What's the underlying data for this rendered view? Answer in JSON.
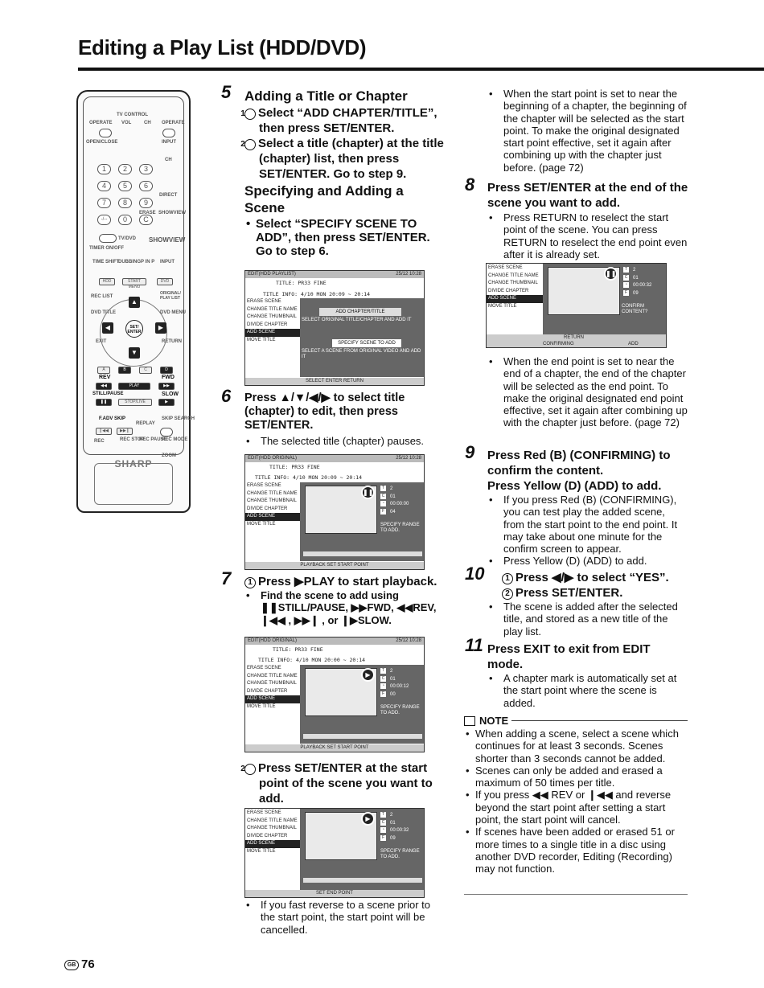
{
  "page": {
    "title": "Editing a Play List (HDD/DVD)",
    "page_number": "76",
    "region_badge": "GB"
  },
  "remote": {
    "labels": [
      "TV CONTROL",
      "OPERATE",
      "VOL",
      "CH",
      "OPERATE",
      "OPEN/CLOSE",
      "INPUT",
      "CH",
      "DIRECT",
      "ERASE",
      "SHOWVIEW",
      "TV/DVD",
      "SHOWVIEW",
      "TIMER ON/OFF",
      "TIME SHIFT",
      "DUBBING",
      "P IN P",
      "INPUT",
      "HDD",
      "START MENU",
      "DVD",
      "REC LIST",
      "ORIGINAL/ PLAY LIST",
      "DVD TITLE",
      "DVD MENU",
      "SET/ ENTER",
      "EXIT",
      "RETURN",
      "A",
      "B",
      "C",
      "D",
      "REV",
      "FWD",
      "PLAY",
      "STILL/PAUSE",
      "STOP/LIVE",
      "SLOW",
      "F.ADV SKIP",
      "REPLAY",
      "SKIP SEARCH",
      "REC",
      "REC STOP",
      "REC PAUSE",
      "REC MODE",
      "ZOOM"
    ],
    "brand": "SHARP",
    "numbers": [
      "1",
      "2",
      "3",
      "4",
      "5",
      "6",
      "7",
      "8",
      "9",
      "-/--",
      "0",
      "C"
    ]
  },
  "step5": {
    "number": "5",
    "heading": "Adding a Title or Chapter",
    "sub1_num": "1",
    "sub1": "Select “ADD CHAPTER/TITLE”, then press SET/ENTER.",
    "sub2_num": "2",
    "sub2": "Select a title (chapter) at the title (chapter) list, then press SET/ENTER. Go to step 9.",
    "heading2": "Specifying and Adding a Scene",
    "bullet": "Select “SPECIFY SCENE TO ADD”, then press SET/ENTER. Go to step 6."
  },
  "screen1": {
    "header": "EDIT(HDD PLAYLIST)",
    "datetime": "25/12 10:28",
    "title_line": "TITLE: PR33 FINE",
    "info_line": "TITLE INFO: 4/10 MON 20:09  ~  20:14",
    "menu": [
      "ERASE SCENE",
      "CHANGE TITLE NAME",
      "CHANGE THUMBNAIL",
      "DIVIDE CHAPTER",
      "ADD SCENE",
      "MOVE TITLE"
    ],
    "option1": "ADD CHAPTER/TITLE",
    "option1_desc": "SELECT ORIGINAL TITLE/CHAPTER AND ADD IT",
    "option2": "SPECIFY SCENE TO ADD",
    "option2_desc": "SELECT A SCENE FROM ORIGINAL VIDEO AND ADD IT",
    "footer": "SELECT   ENTER   RETURN"
  },
  "step6": {
    "number": "6",
    "heading": "Press ▲/▼/◀/▶ to select title (chapter) to edit, then press SET/ENTER.",
    "bullet": "The selected title (chapter) pauses."
  },
  "screen2": {
    "header": "EDIT(HDD ORIGINAL)",
    "datetime": "25/12 10:28",
    "title_line": "TITLE: PR33 FINE",
    "info_line": "TITLE INFO: 4/10 MON 20:09  ~  20:14",
    "menu": [
      "ERASE SCENE",
      "CHANGE TITLE NAME",
      "CHANGE THUMBNAIL",
      "DIVIDE CHAPTER",
      "ADD SCENE",
      "MOVE TITLE"
    ],
    "info": [
      "2",
      "01",
      "00:00:00",
      "04"
    ],
    "specify": "SPECIFY RANGE TO ADD.",
    "footer": "PLAYBACK    SET START POINT"
  },
  "step7": {
    "number": "7",
    "sub1_num": "1",
    "sub1": "Press ▶PLAY to start playback.",
    "bullet": "Find the scene to add using ❚❚STILL/PAUSE, ▶▶FWD, ◀◀REV, ❙◀◀ , ▶▶❙ , or ❙▶SLOW.",
    "sub2_num": "2",
    "sub2": "Press SET/ENTER at the start point of the scene you want to add.",
    "bullet2": "If you fast reverse to a scene prior to the start point, the start point will be cancelled."
  },
  "screen3": {
    "header": "EDIT(HDD ORIGINAL)",
    "datetime": "25/12 10:28",
    "title_line": "TITLE: PR33 FINE",
    "info_line": "TITLE INFO: 4/10 MON 20:00  ~  20:14",
    "menu": [
      "ERASE SCENE",
      "CHANGE TITLE NAME",
      "CHANGE THUMBNAIL",
      "DIVIDE CHAPTER",
      "ADD SCENE",
      "MOVE TITLE"
    ],
    "info": [
      "2",
      "01",
      "00:00:12",
      "00"
    ],
    "specify": "SPECIFY RANGE TO ADD.",
    "footer": "PLAYBACK    SET START POINT"
  },
  "screen4": {
    "menu": [
      "ERASE SCENE",
      "CHANGE TITLE NAME",
      "CHANGE THUMBNAIL",
      "DIVIDE CHAPTER",
      "ADD SCENE",
      "MOVE TITLE"
    ],
    "info": [
      "2",
      "01",
      "00:00:32",
      "09"
    ],
    "specify": "SPECIFY RANGE TO ADD.",
    "footer": "SET END POINT"
  },
  "right_top_bullet": "When the start point is set to near the beginning of a chapter, the beginning of the chapter will be selected as the start point. To make the original designated start point effective, set it again after combining up with the chapter just before. (page 72)",
  "step8": {
    "number": "8",
    "heading": "Press SET/ENTER at the end of the scene you want to add.",
    "bullet": "Press RETURN to reselect the start point of the scene. You can press RETURN to reselect the end point even after it is already set.",
    "bullet2": "When the end point is set to near the end of a chapter, the end of the chapter will be selected as the end point. To make the original designated end point effective, set it again after combining up with the chapter just before. (page 72)"
  },
  "screen5": {
    "menu": [
      "ERASE SCENE",
      "CHANGE TITLE NAME",
      "CHANGE THUMBNAIL",
      "DIVIDE CHAPTER",
      "ADD SCENE",
      "MOVE TITLE"
    ],
    "info": [
      "2",
      "01",
      "00:00:32",
      "09"
    ],
    "confirm": "CONFIRM CONTENT?",
    "return": "RETURN",
    "confirming": "CONFIRMING",
    "add": "ADD"
  },
  "step9": {
    "number": "9",
    "heading": "Press Red (B) (CONFIRMING) to confirm the content.",
    "heading2": "Press Yellow (D) (ADD) to add.",
    "bullet": "If you press Red (B) (CONFIRMING), you can test play the added scene, from the start point to the end point. It may take about one minute for the confirm screen to appear.",
    "bullet2": "Press Yellow (D) (ADD) to add."
  },
  "step10": {
    "number": "10",
    "sub1_num": "1",
    "sub1": "Press ◀/▶ to select “YES”.",
    "sub2_num": "2",
    "sub2": "Press SET/ENTER.",
    "bullet": "The scene is added after the selected title, and stored as a new title of the play list."
  },
  "step11": {
    "number": "11",
    "heading": "Press EXIT to exit from EDIT mode.",
    "bullet": "A chapter mark is automatically set at the start point where the scene is added."
  },
  "note": {
    "label": "NOTE",
    "items": [
      "When adding a scene, select a scene which continues for at least 3 seconds. Scenes shorter than 3 seconds cannot be added.",
      "Scenes can only be added and erased a maximum of 50 times per title.",
      "If you press ◀◀ REV or ❙◀◀ and reverse beyond the start point after setting a start point, the start point will cancel.",
      "If scenes have been added or erased 51 or more times to a single title in a disc using another DVD recorder, Editing (Recording) may not function."
    ]
  }
}
